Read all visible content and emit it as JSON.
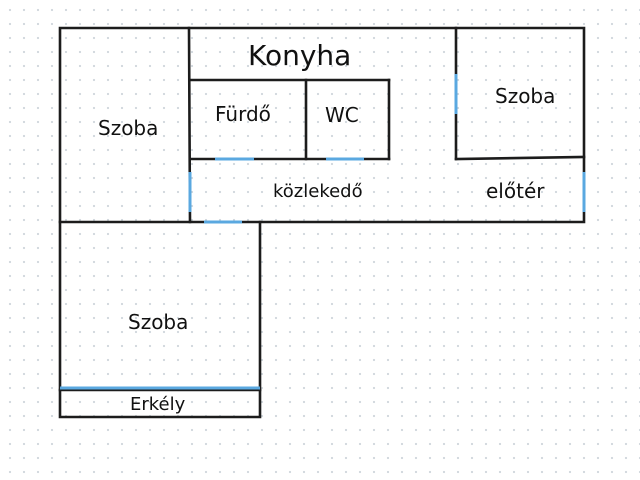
{
  "floorplan": {
    "rooms": {
      "kitchen": "Konyha",
      "bathroom": "Fürdő",
      "toilet": "WC",
      "room_left": "Szoba",
      "room_right": "Szoba",
      "room_bottom": "Szoba",
      "corridor": "közlekedő",
      "hall": "előtér",
      "balcony": "Erkély"
    },
    "colors": {
      "walls": "#1c1c1c",
      "doors": "#5aa8e0",
      "grid_dots": "#cfd6dc"
    }
  }
}
